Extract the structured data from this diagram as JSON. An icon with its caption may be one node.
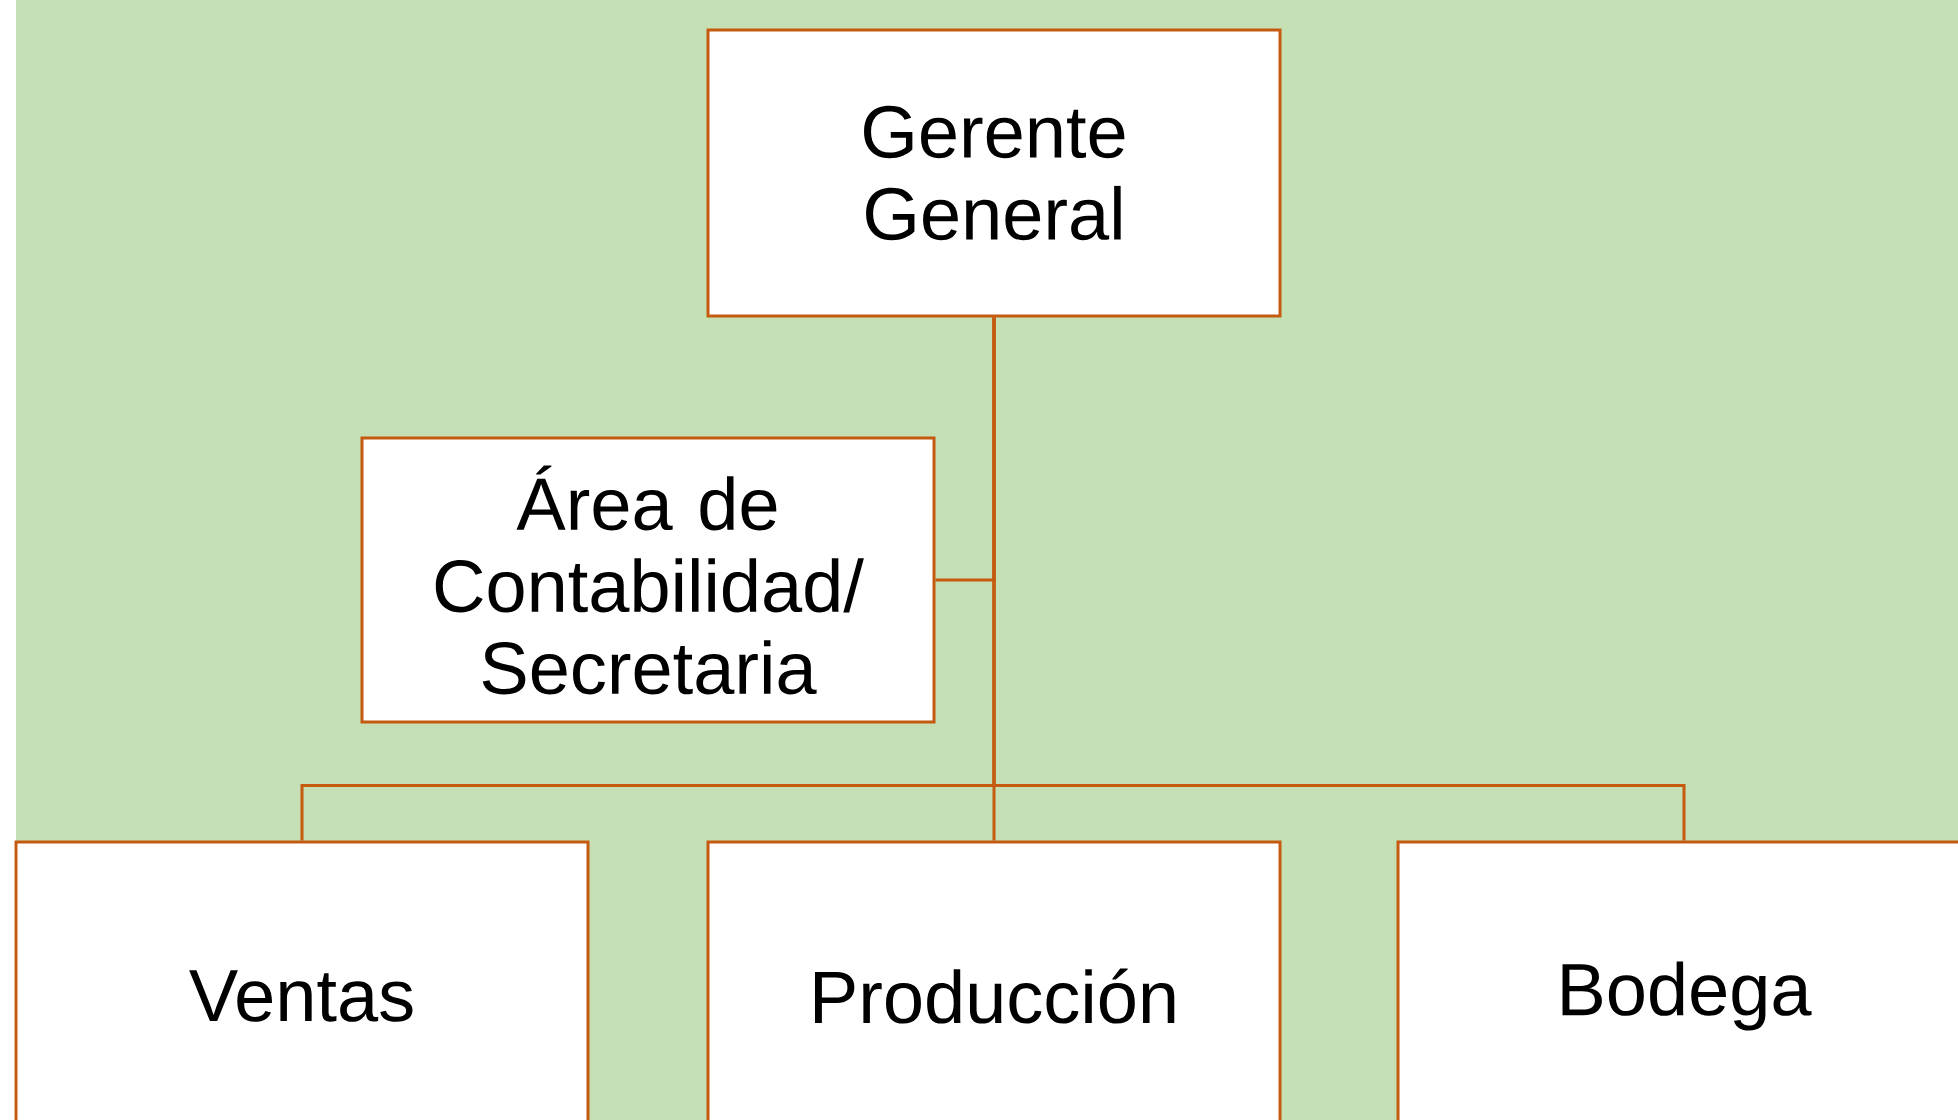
{
  "diagram": {
    "nodes": [
      {
        "text": [
          "Gerente General"
        ]
      },
      {
        "text": [
          "Área de Contabilidad/ Secretaria"
        ]
      },
      {
        "text": [
          "Ventas"
        ]
      },
      {
        "text": [
          "Producción"
        ]
      },
      {
        "text": [
          "Bodega"
        ]
      }
    ],
    "edges": [
      {
        "from": 0,
        "to": 1,
        "arrow": "none"
      },
      {
        "from": 0,
        "to": 2,
        "arrow": "none"
      },
      {
        "from": 0,
        "to": 3,
        "arrow": "none"
      },
      {
        "from": 0,
        "to": 4,
        "arrow": "none"
      }
    ]
  }
}
